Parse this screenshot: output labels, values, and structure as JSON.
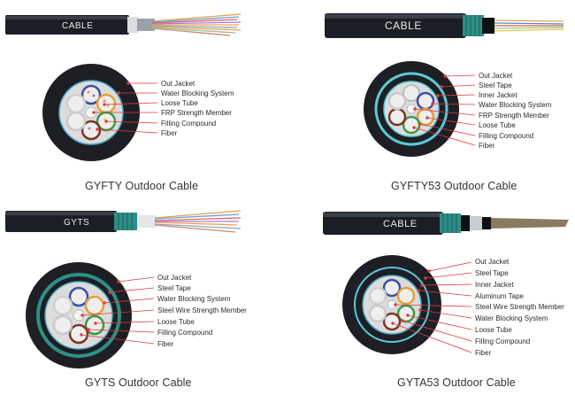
{
  "panels": [
    {
      "cable_text": "CABLE",
      "caption": "GYFTY Outdoor Cable",
      "labels": [
        "Out Jacket",
        "Water Blocking System",
        "Loose Tube",
        "FRP Strength Member",
        "Filling Compound",
        "Fiber"
      ]
    },
    {
      "cable_text": "CABLE",
      "caption": "GYFTY53 Outdoor Cable",
      "labels": [
        "Out Jacket",
        "Steel Tape",
        "Inner Jacket",
        "Water Blocking System",
        "FRP Strength Member",
        "Loose Tube",
        "Filling Compound",
        "Fiber"
      ]
    },
    {
      "cable_text": "GYTS",
      "caption": "GYTS Outdoor Cable",
      "labels": [
        "Out Jacket",
        "Steel Tape",
        "Water Blocking System",
        "Steel Wire Strength Member",
        "Loose Tube",
        "Filling Compound",
        "Fiber"
      ]
    },
    {
      "cable_text": "CABLE",
      "caption": "GYTA53 Outdoor Cable",
      "labels": [
        "Out Jacket",
        "Steel Tape",
        "Inner Jacket",
        "Aluminum Tape",
        "Steel Wire Strength Member",
        "Water Blocking System",
        "Loose Tube",
        "Filling Compound",
        "Fiber"
      ]
    }
  ],
  "colors": {
    "leader": "#e23a3a",
    "jacket": "#1b1e24",
    "water_blocking": "#5bc9d8",
    "armor": "#2e8f86"
  }
}
